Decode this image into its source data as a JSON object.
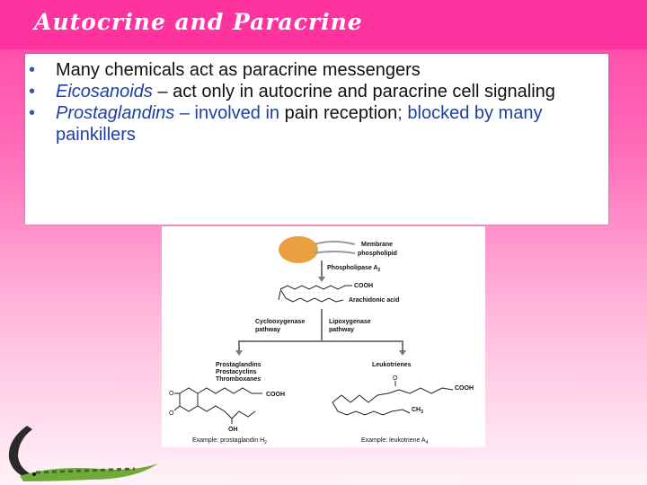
{
  "slide": {
    "title": "Autocrine and Paracrine",
    "bullets": [
      {
        "plain": "Many chemicals act as paracrine messengers"
      },
      {
        "term": "Eicosanoids",
        "rest_part1": " – act only in autocrine and paracrine cell signaling"
      },
      {
        "term": "Prostaglandins",
        "rest_part1": " – involved in ",
        "rest_highlight": "pain reception",
        "rest_part2": "; blocked by many painkillers"
      }
    ]
  },
  "figure": {
    "membrane": "Membrane",
    "phospholipid": "phospholipid",
    "enzyme": "Phospholipase A",
    "enzyme_sub": "2",
    "cooh": "COOH",
    "arachidonic": "Arachidonic acid",
    "cox1": "Cyclooxygenase",
    "cox2": "pathway",
    "lox1": "Lipoxygenase",
    "lox2": "pathway",
    "prost": "Prostaglandins",
    "prostacyclins": "Prostacyclins",
    "thromboxanes": "Thromboxanes",
    "leuko": "Leukotrienes",
    "o": "O",
    "oh": "OH",
    "ch3": "CH",
    "ch3_sub": "3",
    "example_left": "Example: prostaglandin H",
    "example_left_sub": "2",
    "example_right": "Example: leukotriene A",
    "example_right_sub": "4"
  },
  "colors": {
    "title_bar": "#ff33a0",
    "term_blue": "#1d3fa8",
    "phospholipid_head": "#e8a040",
    "arrow_gray": "#7a7a7a"
  }
}
